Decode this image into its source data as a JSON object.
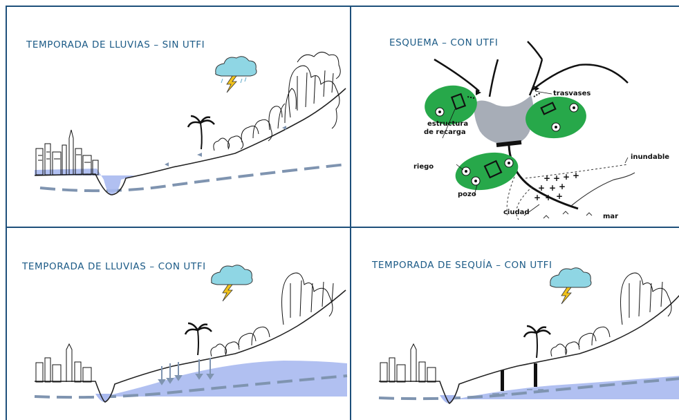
{
  "panels": {
    "rainy_without": {
      "title": "TEMPORADA DE LLUVIAS – SIN UTFI"
    },
    "scheme_with": {
      "title": "ESQUEMA – CON UTFI",
      "labels": {
        "trasvases": "trasvases",
        "estructura_1": "estructura",
        "estructura_2": "de recarga",
        "riego": "riego",
        "inundable": "inundable",
        "pozo": "pozo",
        "ciudad": "ciudad",
        "mar": "mar"
      }
    },
    "rainy_with": {
      "title": "TEMPORADA DE LLUVIAS – CON UTFI"
    },
    "dry_with": {
      "title": "TEMPORADA DE SEQUÍA – CON UTFI"
    }
  },
  "colors": {
    "border": "#1d4f7a",
    "title": "#1b5a86",
    "water": "#a9b9ef",
    "water_table": "#7f94b0",
    "field_green": "#27a84a",
    "reservoir": "#a7adb7",
    "cloud": "#8fd6e4",
    "lightning": "#f1c21b"
  },
  "icons": [
    "cloud-icon",
    "lightning-icon",
    "palm-tree-icon",
    "city-skyline-icon",
    "forest-icon"
  ]
}
